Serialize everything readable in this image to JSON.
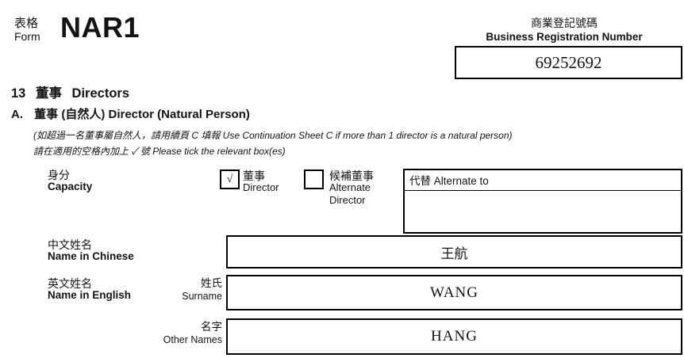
{
  "header": {
    "form_label_zh": "表格",
    "form_label_en": "Form",
    "form_code": "NAR1",
    "brn_label_zh": "商業登記號碼",
    "brn_label_en": "Business Registration Number",
    "brn_value": "69252692"
  },
  "section": {
    "number": "13",
    "title_zh": "董事",
    "title_en": "Directors",
    "part_letter": "A.",
    "part_title": "董事 (自然人) Director (Natural Person)",
    "note1": "(如超過一名董事屬自然人，請用續頁 C 填報  Use Continuation Sheet C if more than 1 director is a natural person)",
    "note2": "請在適用的空格內加上 ✓ 號  Please tick the relevant box(es)"
  },
  "capacity": {
    "label_zh": "身分",
    "label_en": "Capacity",
    "director_checkbox_mark": "√",
    "director_label_zh": "董事",
    "director_label_en": "Director",
    "alternate_checkbox_mark": "",
    "alternate_label_zh": "候補董事",
    "alternate_label_en_line1": "Alternate",
    "alternate_label_en_line2": "Director",
    "alternate_to_label": "代替 Alternate to",
    "alternate_to_value": ""
  },
  "name_chinese": {
    "label_zh": "中文姓名",
    "label_en": "Name in Chinese",
    "value": "王航"
  },
  "name_english": {
    "label_zh": "英文姓名",
    "label_en": "Name in English",
    "surname_label_zh": "姓氏",
    "surname_label_en": "Surname",
    "surname_value": "WANG",
    "other_names_label_zh": "名字",
    "other_names_label_en": "Other Names",
    "other_names_value": "HANG"
  }
}
